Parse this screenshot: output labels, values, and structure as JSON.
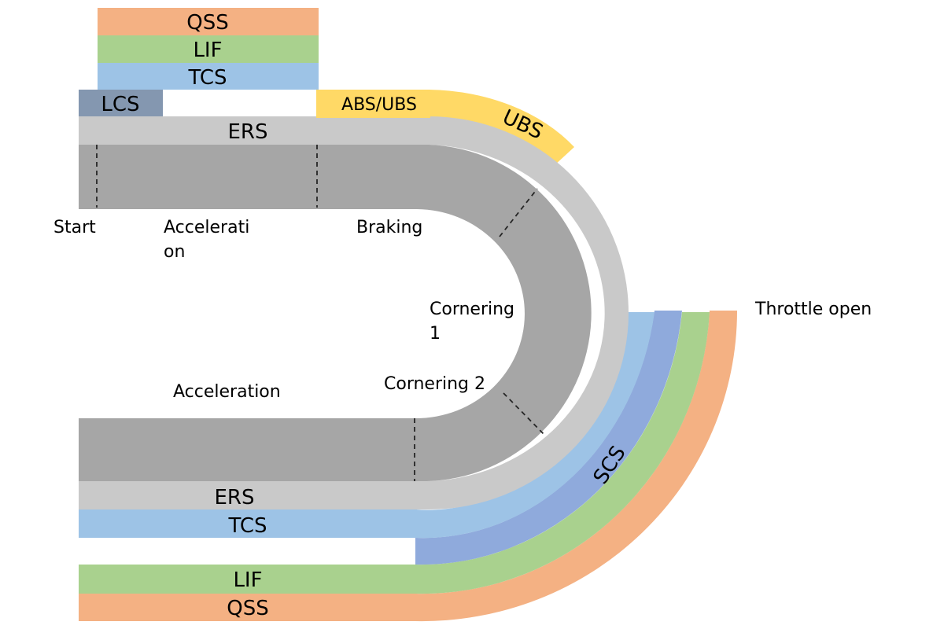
{
  "colors": {
    "qss": "#f4b183",
    "lif": "#a9d18e",
    "tcs": "#9dc3e6",
    "lcs": "#8497b0",
    "ers": "#c9c9c9",
    "track": "#a6a6a6",
    "ubs": "#ffd966",
    "scs": "#8faadc",
    "divider": "#262626"
  },
  "top_stack": {
    "qss": "QSS",
    "lif": "LIF",
    "tcs": "TCS",
    "lcs": "LCS",
    "abs_ubs": "ABS/UBS",
    "ubs": "UBS",
    "ers": "ERS"
  },
  "bottom_stack": {
    "ers": "ERS",
    "tcs": "TCS",
    "lif": "LIF",
    "qss": "QSS",
    "scs": "SCS"
  },
  "phases": {
    "start": "Start",
    "acceleration_top_line1": "Accelerati",
    "acceleration_top_line2": "on",
    "braking": "Braking",
    "cornering1_line1": "Cornering",
    "cornering1_line2": "1",
    "cornering2": "Cornering 2",
    "acceleration_bottom": "Acceleration",
    "throttle_open": "Throttle open"
  }
}
